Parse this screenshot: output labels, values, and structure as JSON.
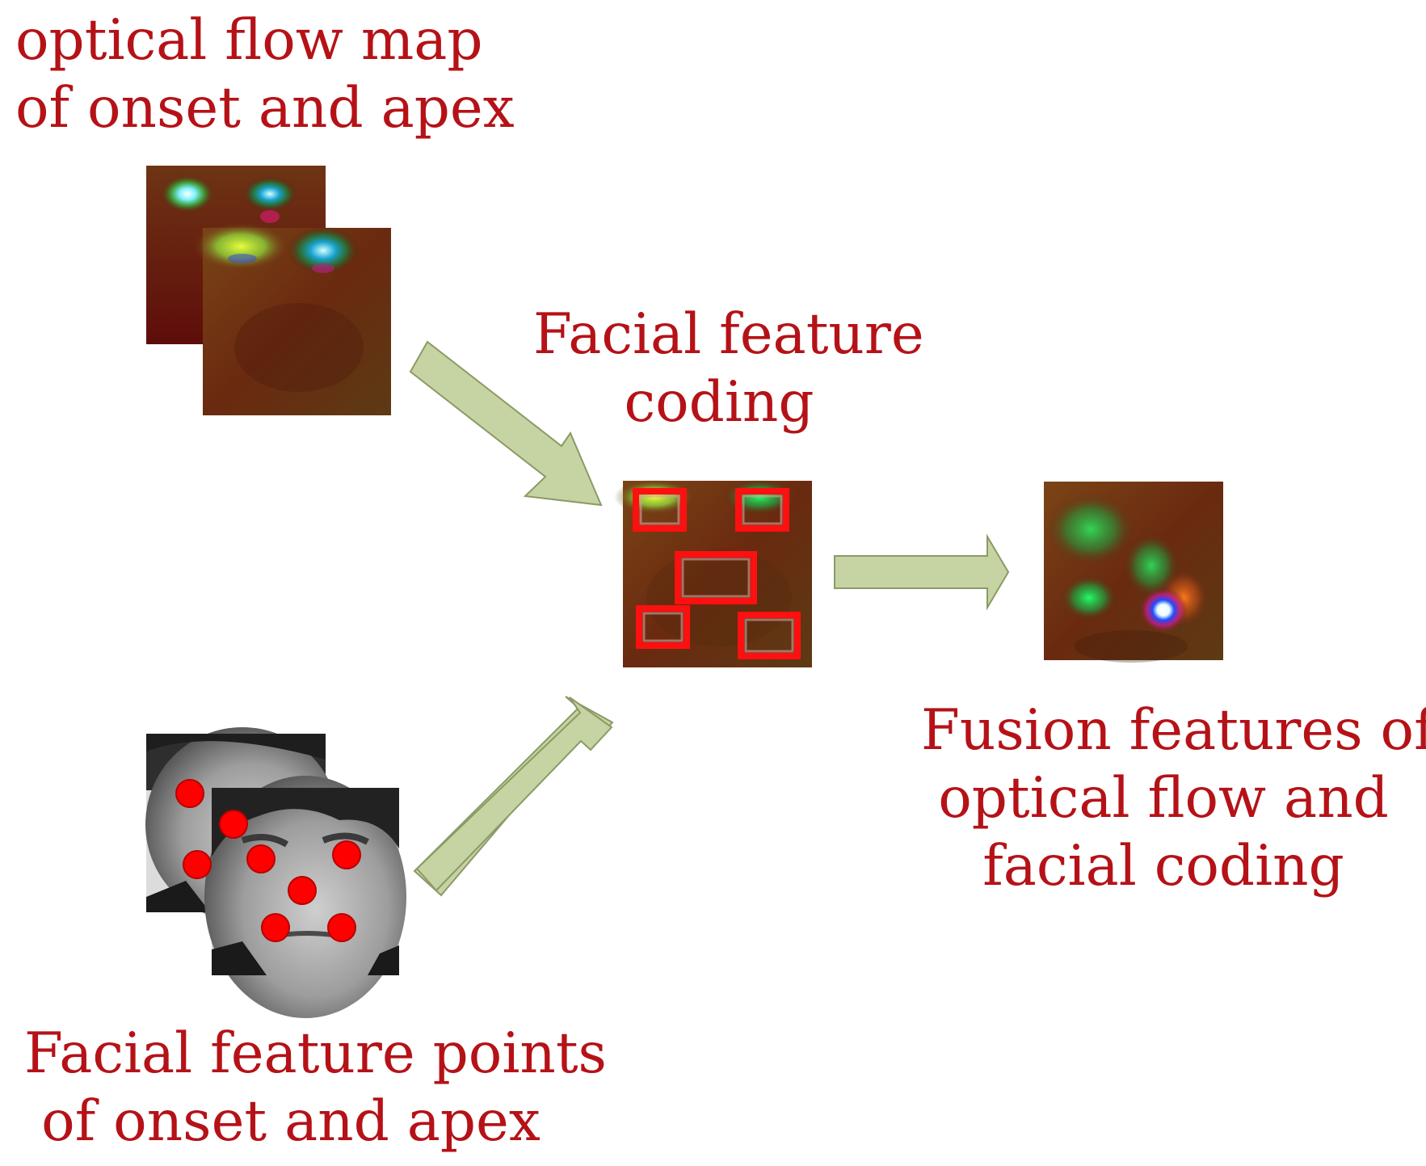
{
  "labels": {
    "optical_flow": [
      "optical flow map",
      "of onset and apex"
    ],
    "facial_coding": [
      "Facial feature",
      "coding"
    ],
    "fusion": [
      "Fusion features of",
      "optical flow and",
      "facial coding"
    ],
    "feature_points": [
      "Facial feature points",
      "of onset and apex"
    ]
  },
  "colors": {
    "text": "#b51217",
    "arrow_fill": "#c6d3a2",
    "arrow_stroke": "#8b9a66",
    "marker_red": "#ff0000"
  }
}
